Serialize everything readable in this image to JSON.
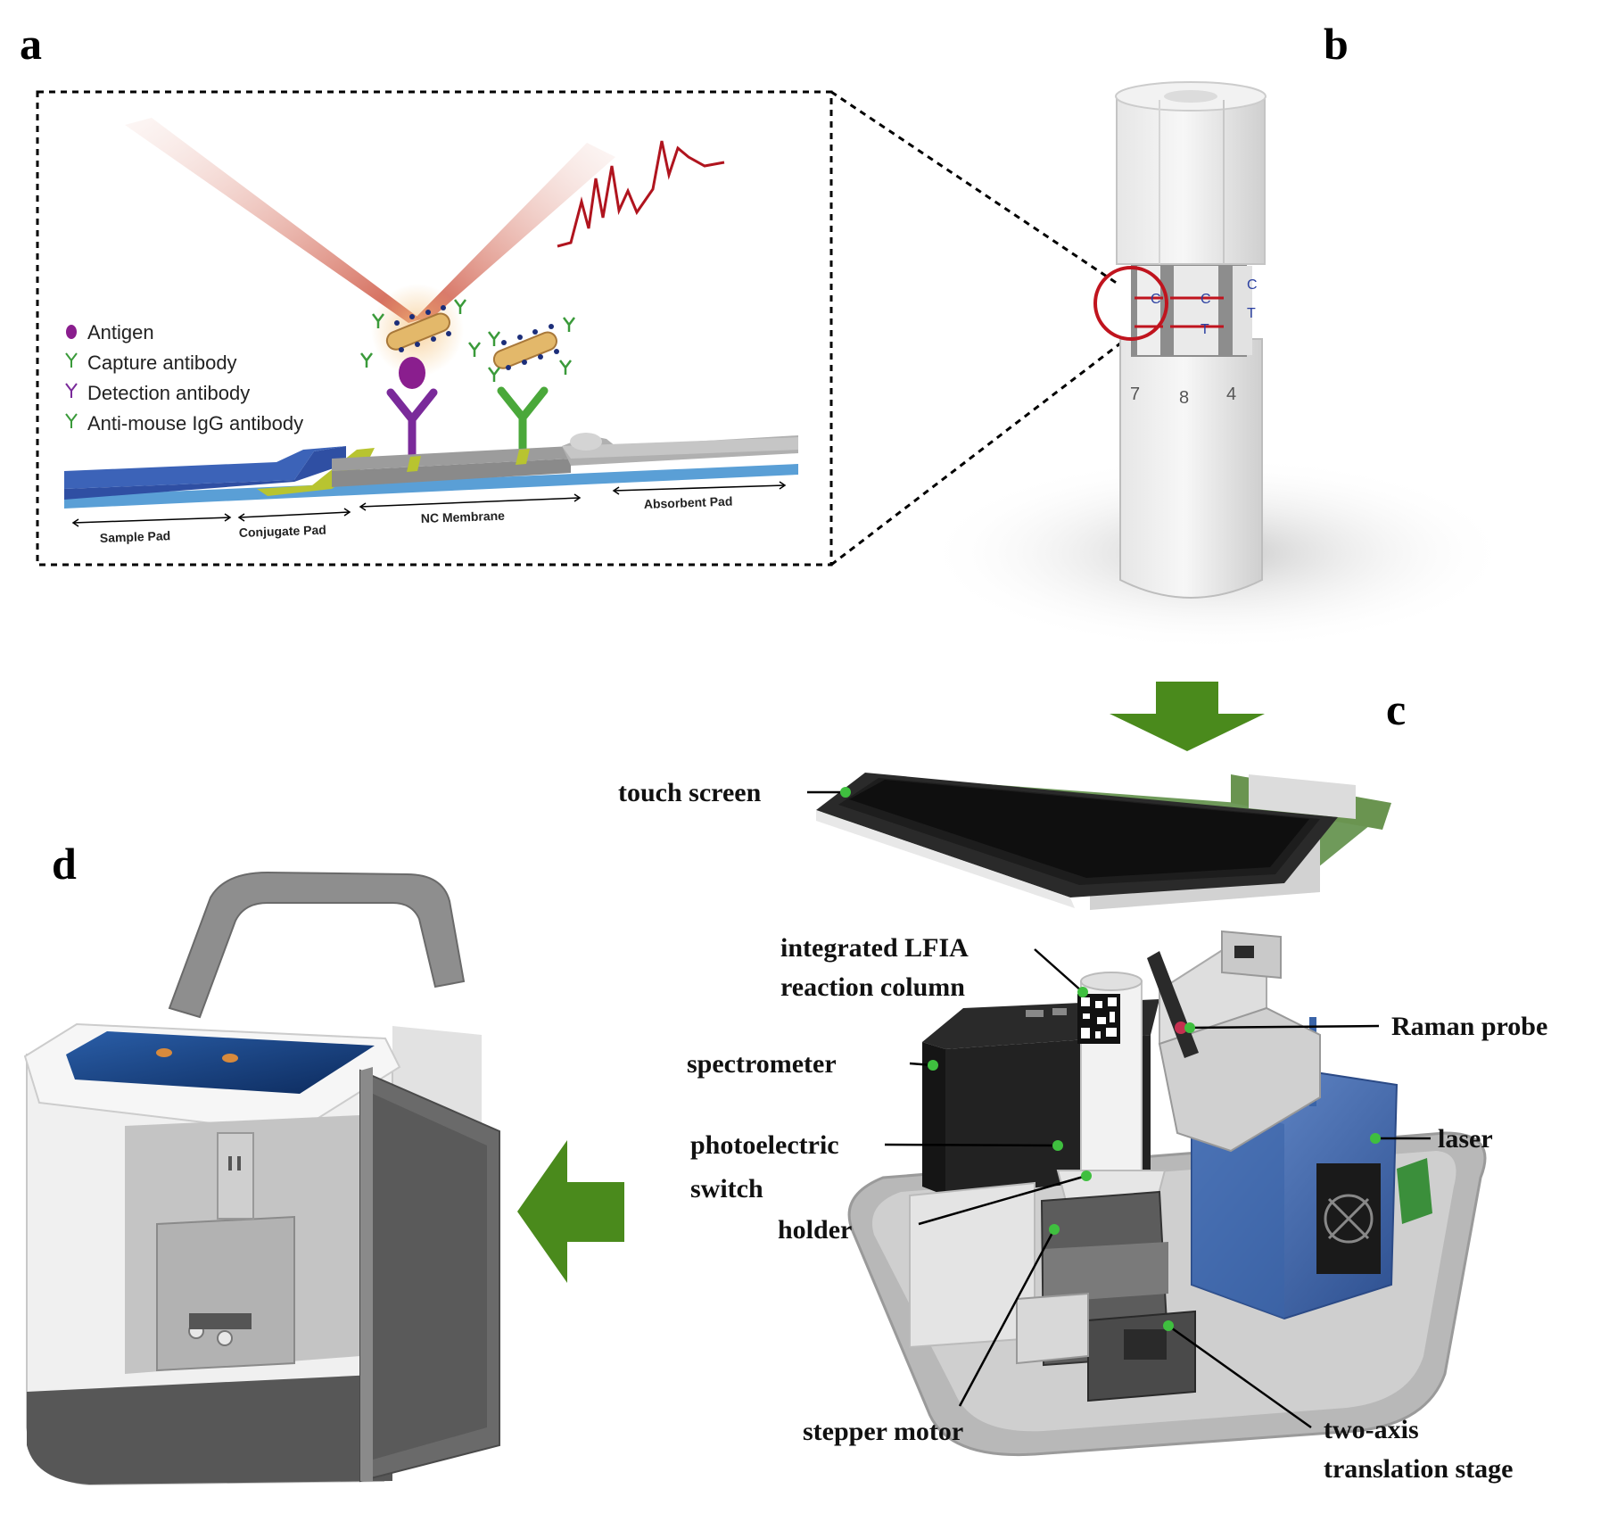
{
  "panels": {
    "a": "a",
    "b": "b",
    "c": "c",
    "d": "d"
  },
  "legend": {
    "antigen": "Antigen",
    "capture": "Capture antibody",
    "detection": "Detection antibody",
    "antimouse": "Anti-mouse IgG antibody"
  },
  "strip_labels": {
    "sample_pad": "Sample Pad",
    "conjugate_pad": "Conjugate Pad",
    "nc_membrane": "NC Membrane",
    "absorbent_pad": "Absorbent Pad"
  },
  "reaction_column": {
    "line_c": "C",
    "line_t": "T",
    "numbers": [
      "7",
      "8",
      "4"
    ]
  },
  "callouts": {
    "touch_screen": "touch screen",
    "lfia_line1": "integrated  LFIA",
    "lfia_line2": "reaction column",
    "raman_probe": "Raman probe",
    "spectrometer": "spectrometer",
    "photoelectric_line1": "photoelectric",
    "photoelectric_line2": "switch",
    "laser": "laser",
    "holder": "holder",
    "stepper_motor": "stepper motor",
    "stage_line1": "two-axis",
    "stage_line2": "translation stage"
  },
  "colors": {
    "arrow_green": "#4a8a1c",
    "accent_dot": "#3fbf3f",
    "ray_red": "#c8402a",
    "spectrum_red": "#b0141e",
    "highlight_circle": "#c0141e",
    "sample_pad_blue": "#2f4fa3",
    "conjugate_yellow": "#b8c430",
    "laser_blue": "#4a73b8"
  }
}
